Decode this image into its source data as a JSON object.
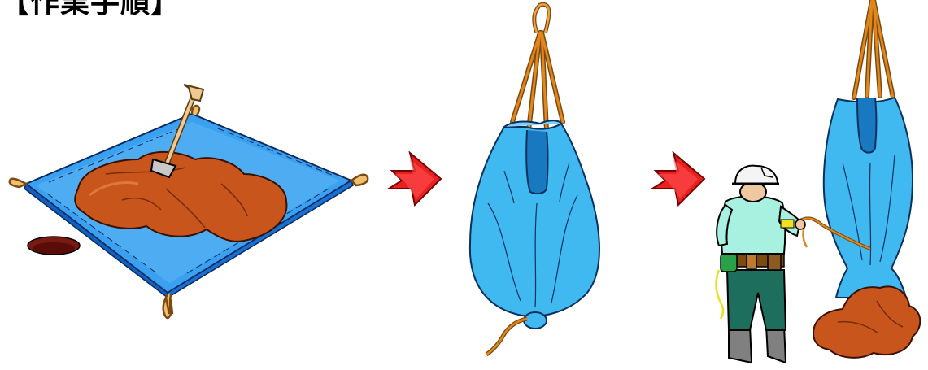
{
  "title": "【作業手順】",
  "colors": {
    "tarp": "#3aa0f0",
    "tarp_dark": "#1060c0",
    "soil": "#c8561c",
    "soil_dark": "#7a2a08",
    "rope": "#d07a20",
    "bag": "#40b8f0",
    "bag_dark": "#1878c0",
    "arrow": "#e82020",
    "shirt": "#a8f0e0",
    "pants": "#1e6e5e",
    "helmet": "#f4f4f4"
  },
  "steps": [
    {
      "name": "spread-tarp-with-soil",
      "icon": "tarp-soil-shovel-icon"
    },
    {
      "name": "lift-bag",
      "icon": "hanging-bag-icon"
    },
    {
      "name": "release-soil",
      "icon": "worker-release-icon"
    }
  ]
}
